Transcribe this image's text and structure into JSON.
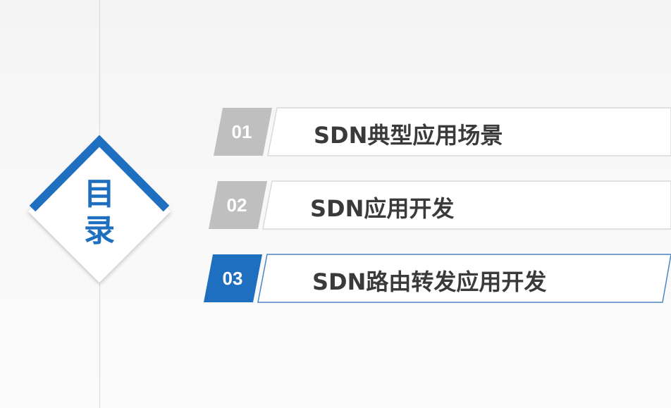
{
  "toc": {
    "char1": "目",
    "char2": "录"
  },
  "items": [
    {
      "num": "01",
      "label": "SDN典型应用场景",
      "active": false
    },
    {
      "num": "02",
      "label": "SDN应用开发",
      "active": false
    },
    {
      "num": "03",
      "label": "SDN路由转发应用开发",
      "active": true
    }
  ],
  "colors": {
    "accent": "#1f6fc0",
    "inactive_num": "#bfbfbf",
    "text": "#3a3a3a",
    "border_inactive": "#d9d9d9",
    "border_active": "#4a86c5"
  }
}
